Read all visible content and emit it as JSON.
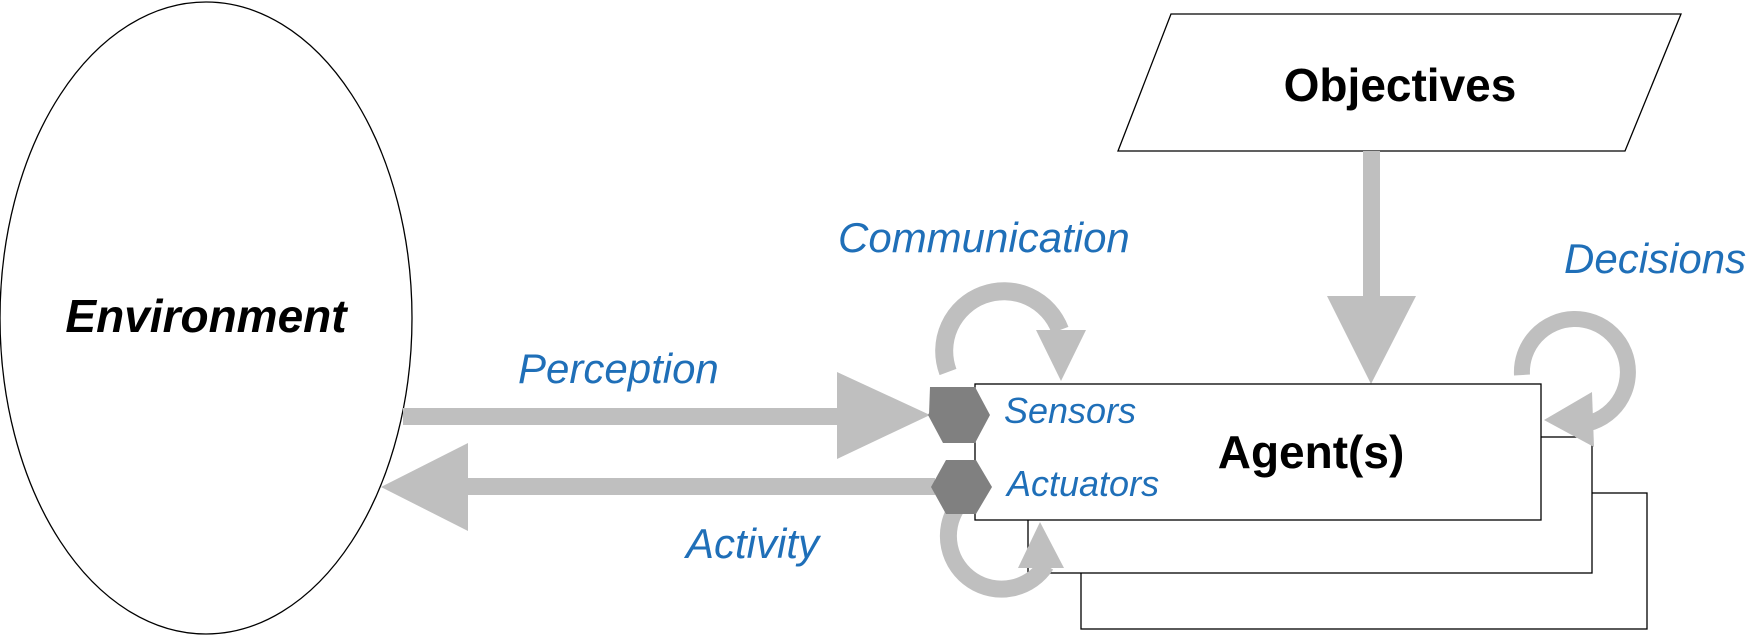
{
  "diagram": {
    "environment": {
      "label": "Environment"
    },
    "objectives": {
      "label": "Objectives"
    },
    "agents": {
      "label": "Agent(s)"
    },
    "sensors": {
      "label": "Sensors"
    },
    "actuators": {
      "label": "Actuators"
    },
    "flows": {
      "perception": "Perception",
      "activity": "Activity",
      "communication": "Communication",
      "decisions": "Decisions"
    }
  },
  "colors": {
    "arrow": "#bfbfbf",
    "hexagon": "#808080",
    "blue_text": "#1f6fb8",
    "stroke": "#000000"
  }
}
